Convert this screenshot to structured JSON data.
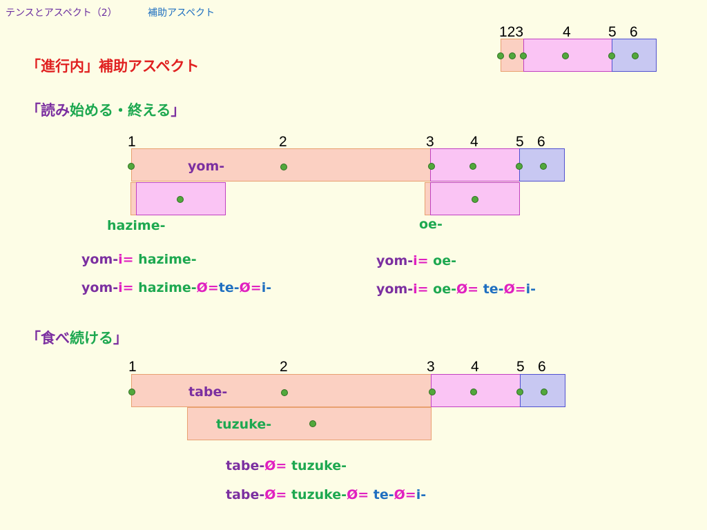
{
  "header": {
    "left": "テンスとアスペクト（2）",
    "right": "補助アスペクト"
  },
  "title": "「進行内」補助アスペクト",
  "top_diagram": {
    "nums": [
      "123",
      "4",
      "5",
      "6"
    ]
  },
  "section1": {
    "heading_bracket_open": "「",
    "heading_purple": "読み",
    "heading_green": "始める・終える",
    "heading_bracket_close": "」",
    "nums": [
      "1",
      "2",
      "3",
      "4",
      "5",
      "6"
    ],
    "main_label": "yom-",
    "sub_left_label": "hazime-",
    "sub_right_label": "oe-",
    "formula_left_1": {
      "a": "yom-",
      "b": "i=",
      "c": " hazime-"
    },
    "formula_left_2": {
      "a": "yom-",
      "b": "i=",
      "c": " hazime-",
      "d": "Ø=",
      "e": "te-",
      "f": "Ø=",
      "g": "i-"
    },
    "formula_right_1": {
      "a": "yom-",
      "b": "i=",
      "c": " oe-"
    },
    "formula_right_2": {
      "a": "yom-",
      "b": "i=",
      "c": " oe-",
      "d": "Ø=",
      "e": " te-",
      "f": "Ø=",
      "g": "i-"
    }
  },
  "section2": {
    "heading_bracket_open": "「",
    "heading_purple": "食べ",
    "heading_green": "続ける",
    "heading_bracket_close": "」",
    "nums": [
      "1",
      "2",
      "3",
      "4",
      "5",
      "6"
    ],
    "main_label": "tabe-",
    "sub_label": "tuzuke-",
    "formula_1": {
      "a": "tabe-",
      "b": "Ø=",
      "c": " tuzuke-"
    },
    "formula_2": {
      "a": "tabe-",
      "b": "Ø=",
      "c": " tuzuke-",
      "d": "Ø=",
      "e": " te-",
      "f": "Ø=",
      "g": "i-"
    }
  }
}
